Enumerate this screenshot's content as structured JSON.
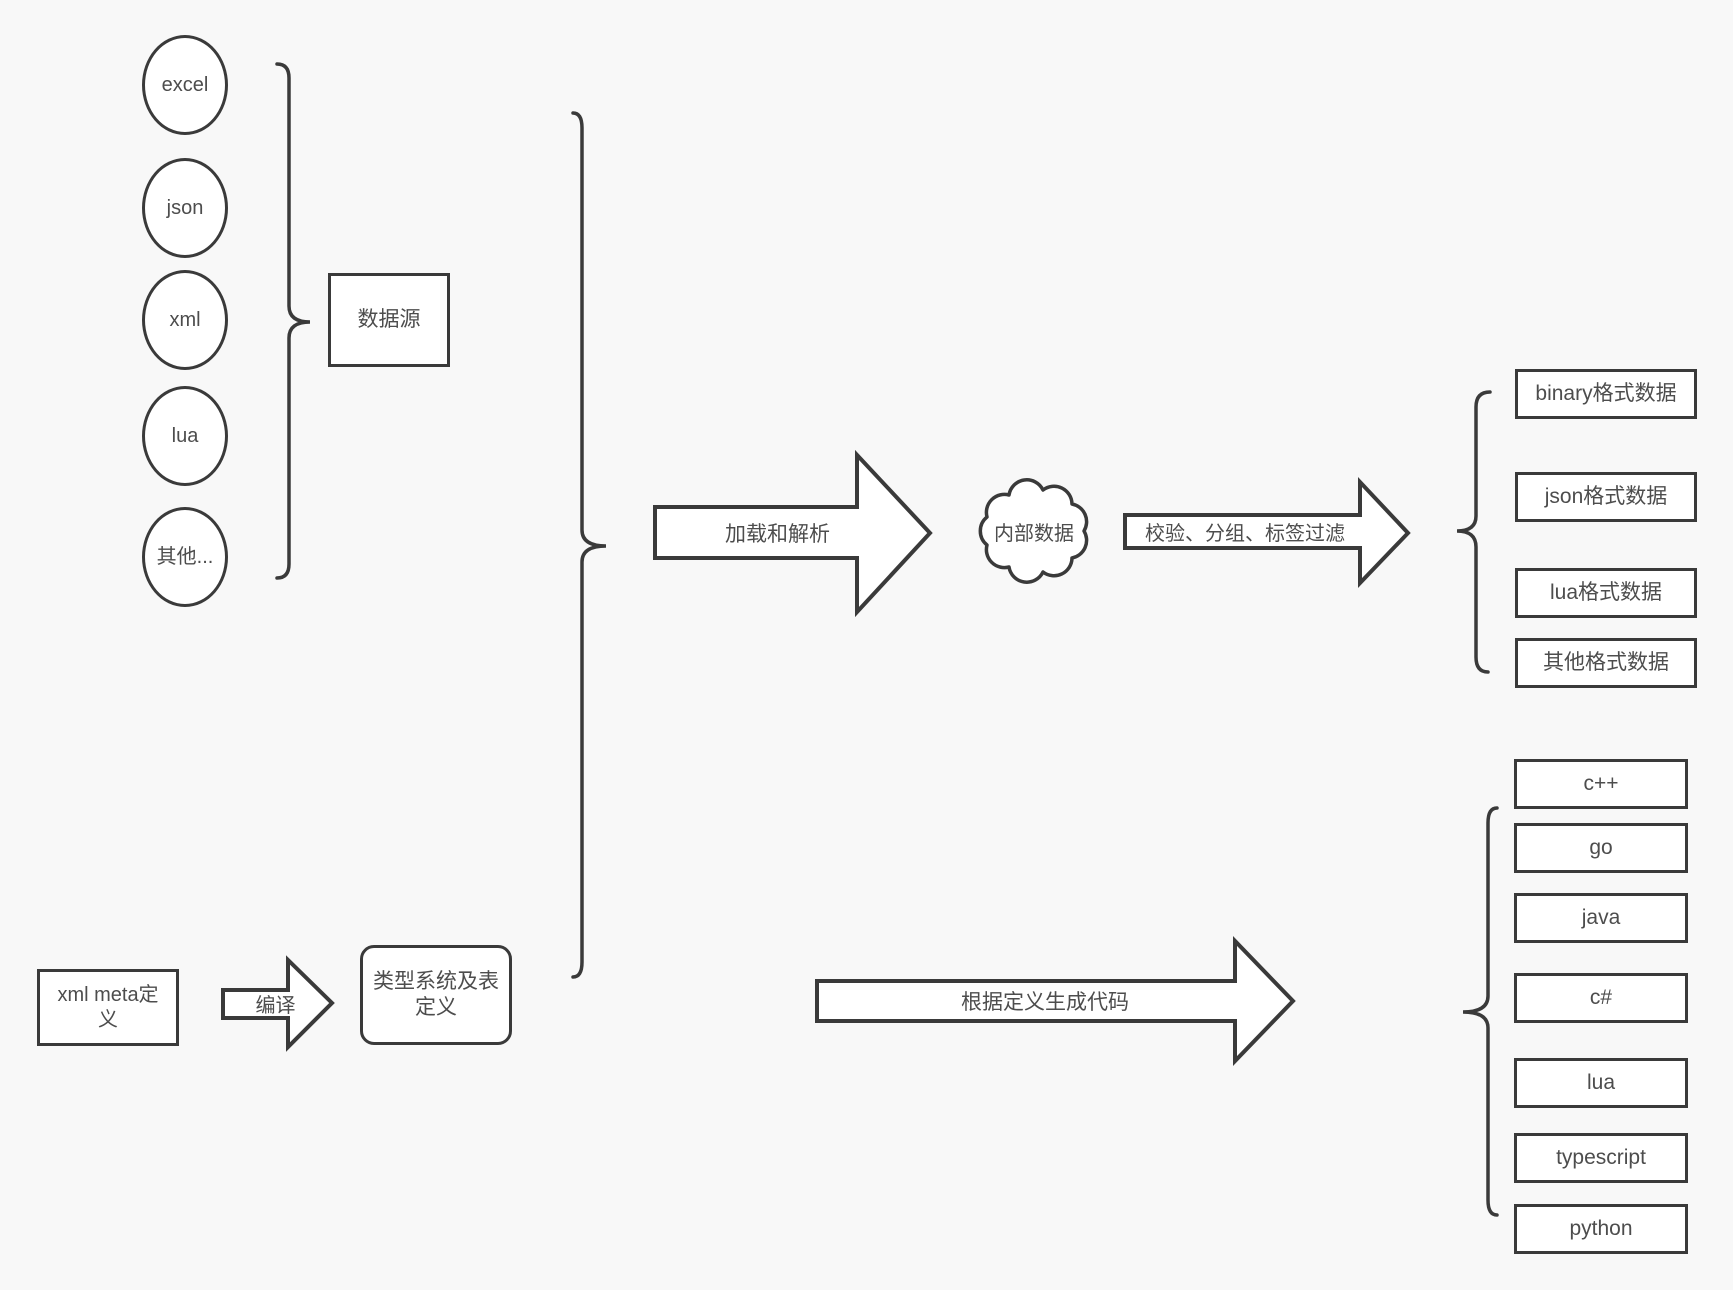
{
  "sources": {
    "items": [
      "excel",
      "json",
      "xml",
      "lua",
      "其他..."
    ],
    "group_label": "数据源"
  },
  "meta_definition": {
    "line1": "xml meta定",
    "line2": "义"
  },
  "type_system": {
    "line1": "类型系统及表",
    "line2": "定义"
  },
  "arrows": {
    "load_parse": "加载和解析",
    "filter": "校验、分组、标签过滤",
    "compile": "编译",
    "codegen": "根据定义生成代码"
  },
  "internal_data": "内部数据",
  "data_outputs": [
    "binary格式数据",
    "json格式数据",
    "lua格式数据",
    "其他格式数据"
  ],
  "code_outputs": [
    "c++",
    "go",
    "java",
    "c#",
    "lua",
    "typescript",
    "python"
  ],
  "colors": {
    "stroke": "#3a3a3a",
    "background": "#f8f8f8",
    "shape_fill": "#ffffff",
    "text": "#4d4d4d"
  }
}
